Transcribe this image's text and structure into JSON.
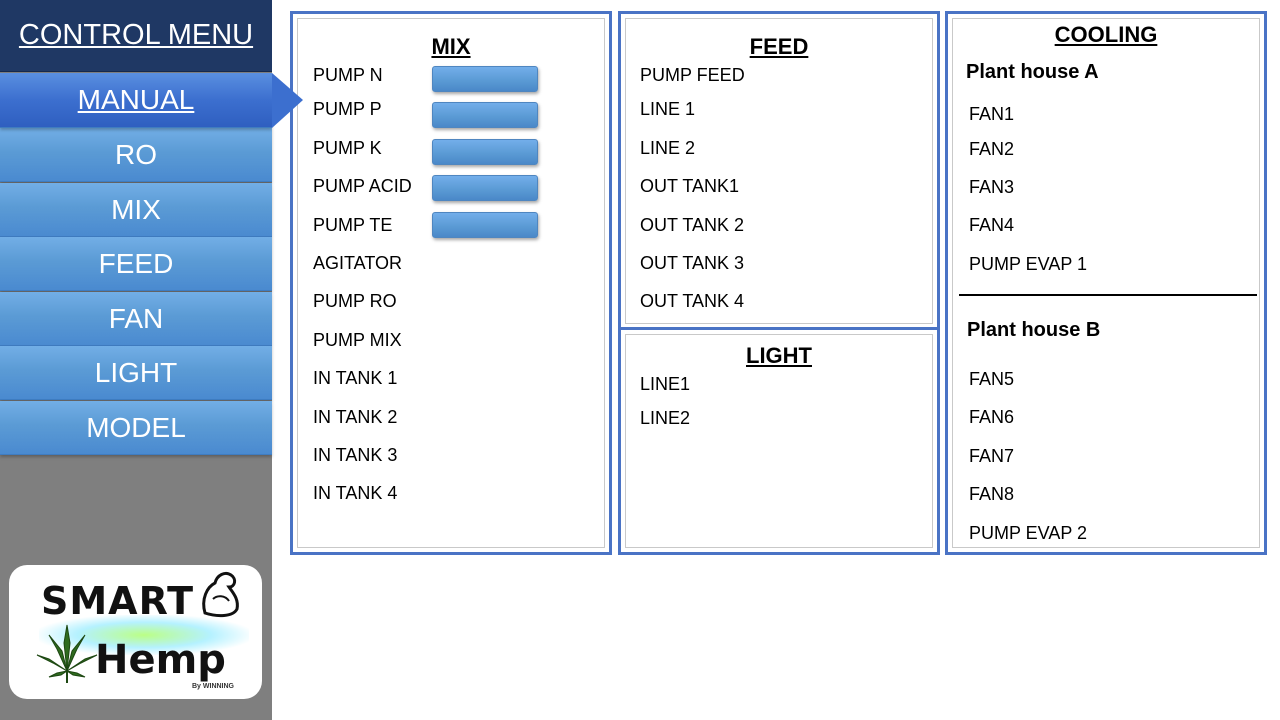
{
  "sidebar": {
    "title": "CONTROL MENU",
    "items": [
      {
        "label": "MANUAL",
        "active": true
      },
      {
        "label": "RO"
      },
      {
        "label": "MIX"
      },
      {
        "label": "FEED"
      },
      {
        "label": "FAN"
      },
      {
        "label": "LIGHT"
      },
      {
        "label": "MODEL"
      }
    ]
  },
  "logo": {
    "line1": "SMART",
    "line2": "Hemp",
    "byline": "By WINNING"
  },
  "colors": {
    "nav_blue": "#5b9bd5",
    "nav_active": "#3c6fcf",
    "header_navy": "#1f3864",
    "panel_border": "#4a73c5",
    "sidebar_gray": "#7f7f7f"
  },
  "mix": {
    "title": "MIX",
    "rows": [
      {
        "label": "PUMP N",
        "has_button": true
      },
      {
        "label": "PUMP P",
        "has_button": true
      },
      {
        "label": "PUMP K",
        "has_button": true
      },
      {
        "label": "PUMP ACID",
        "has_button": true
      },
      {
        "label": "PUMP TE",
        "has_button": true
      },
      {
        "label": "AGITATOR"
      },
      {
        "label": "PUMP RO"
      },
      {
        "label": "PUMP MIX"
      },
      {
        "label": "IN TANK 1"
      },
      {
        "label": "IN TANK 2"
      },
      {
        "label": "IN TANK 3"
      },
      {
        "label": "IN TANK 4"
      }
    ]
  },
  "feed": {
    "title": "FEED",
    "rows": [
      "PUMP FEED",
      "LINE 1",
      "LINE 2",
      "OUT TANK1",
      "OUT TANK 2",
      "OUT TANK 3",
      "OUT TANK 4"
    ]
  },
  "light": {
    "title": "LIGHT",
    "rows": [
      "LINE1",
      "LINE2"
    ]
  },
  "cooling": {
    "title": "COOLING",
    "house_a": {
      "title": "Plant house A",
      "rows": [
        "FAN1",
        "FAN2",
        "FAN3",
        "FAN4",
        "PUMP EVAP 1"
      ]
    },
    "house_b": {
      "title": "Plant house B",
      "rows": [
        "FAN5",
        "FAN6",
        "FAN7",
        "FAN8",
        "PUMP EVAP 2"
      ]
    }
  }
}
